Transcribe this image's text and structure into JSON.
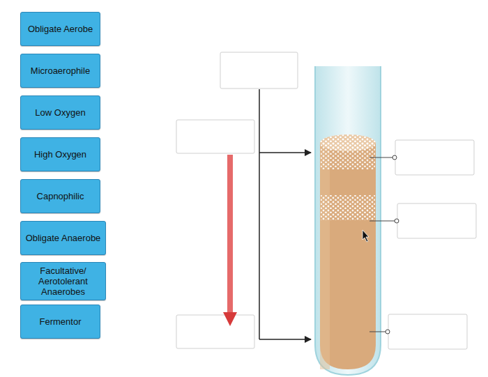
{
  "diagram": {
    "nodes": [
      {
        "text": [
          "Obligate Aerobe"
        ]
      },
      {
        "text": [
          "Microaerophile"
        ]
      },
      {
        "text": [
          "Low Oxygen"
        ]
      },
      {
        "text": [
          "High Oxygen"
        ]
      },
      {
        "text": [
          "Capnophilic"
        ]
      },
      {
        "text": [
          "Obligate Anaerobe"
        ]
      },
      {
        "text": [
          "Facultative/ Aerotolerant Anaerobes"
        ]
      },
      {
        "text": [
          "Fermentor"
        ]
      }
    ]
  }
}
